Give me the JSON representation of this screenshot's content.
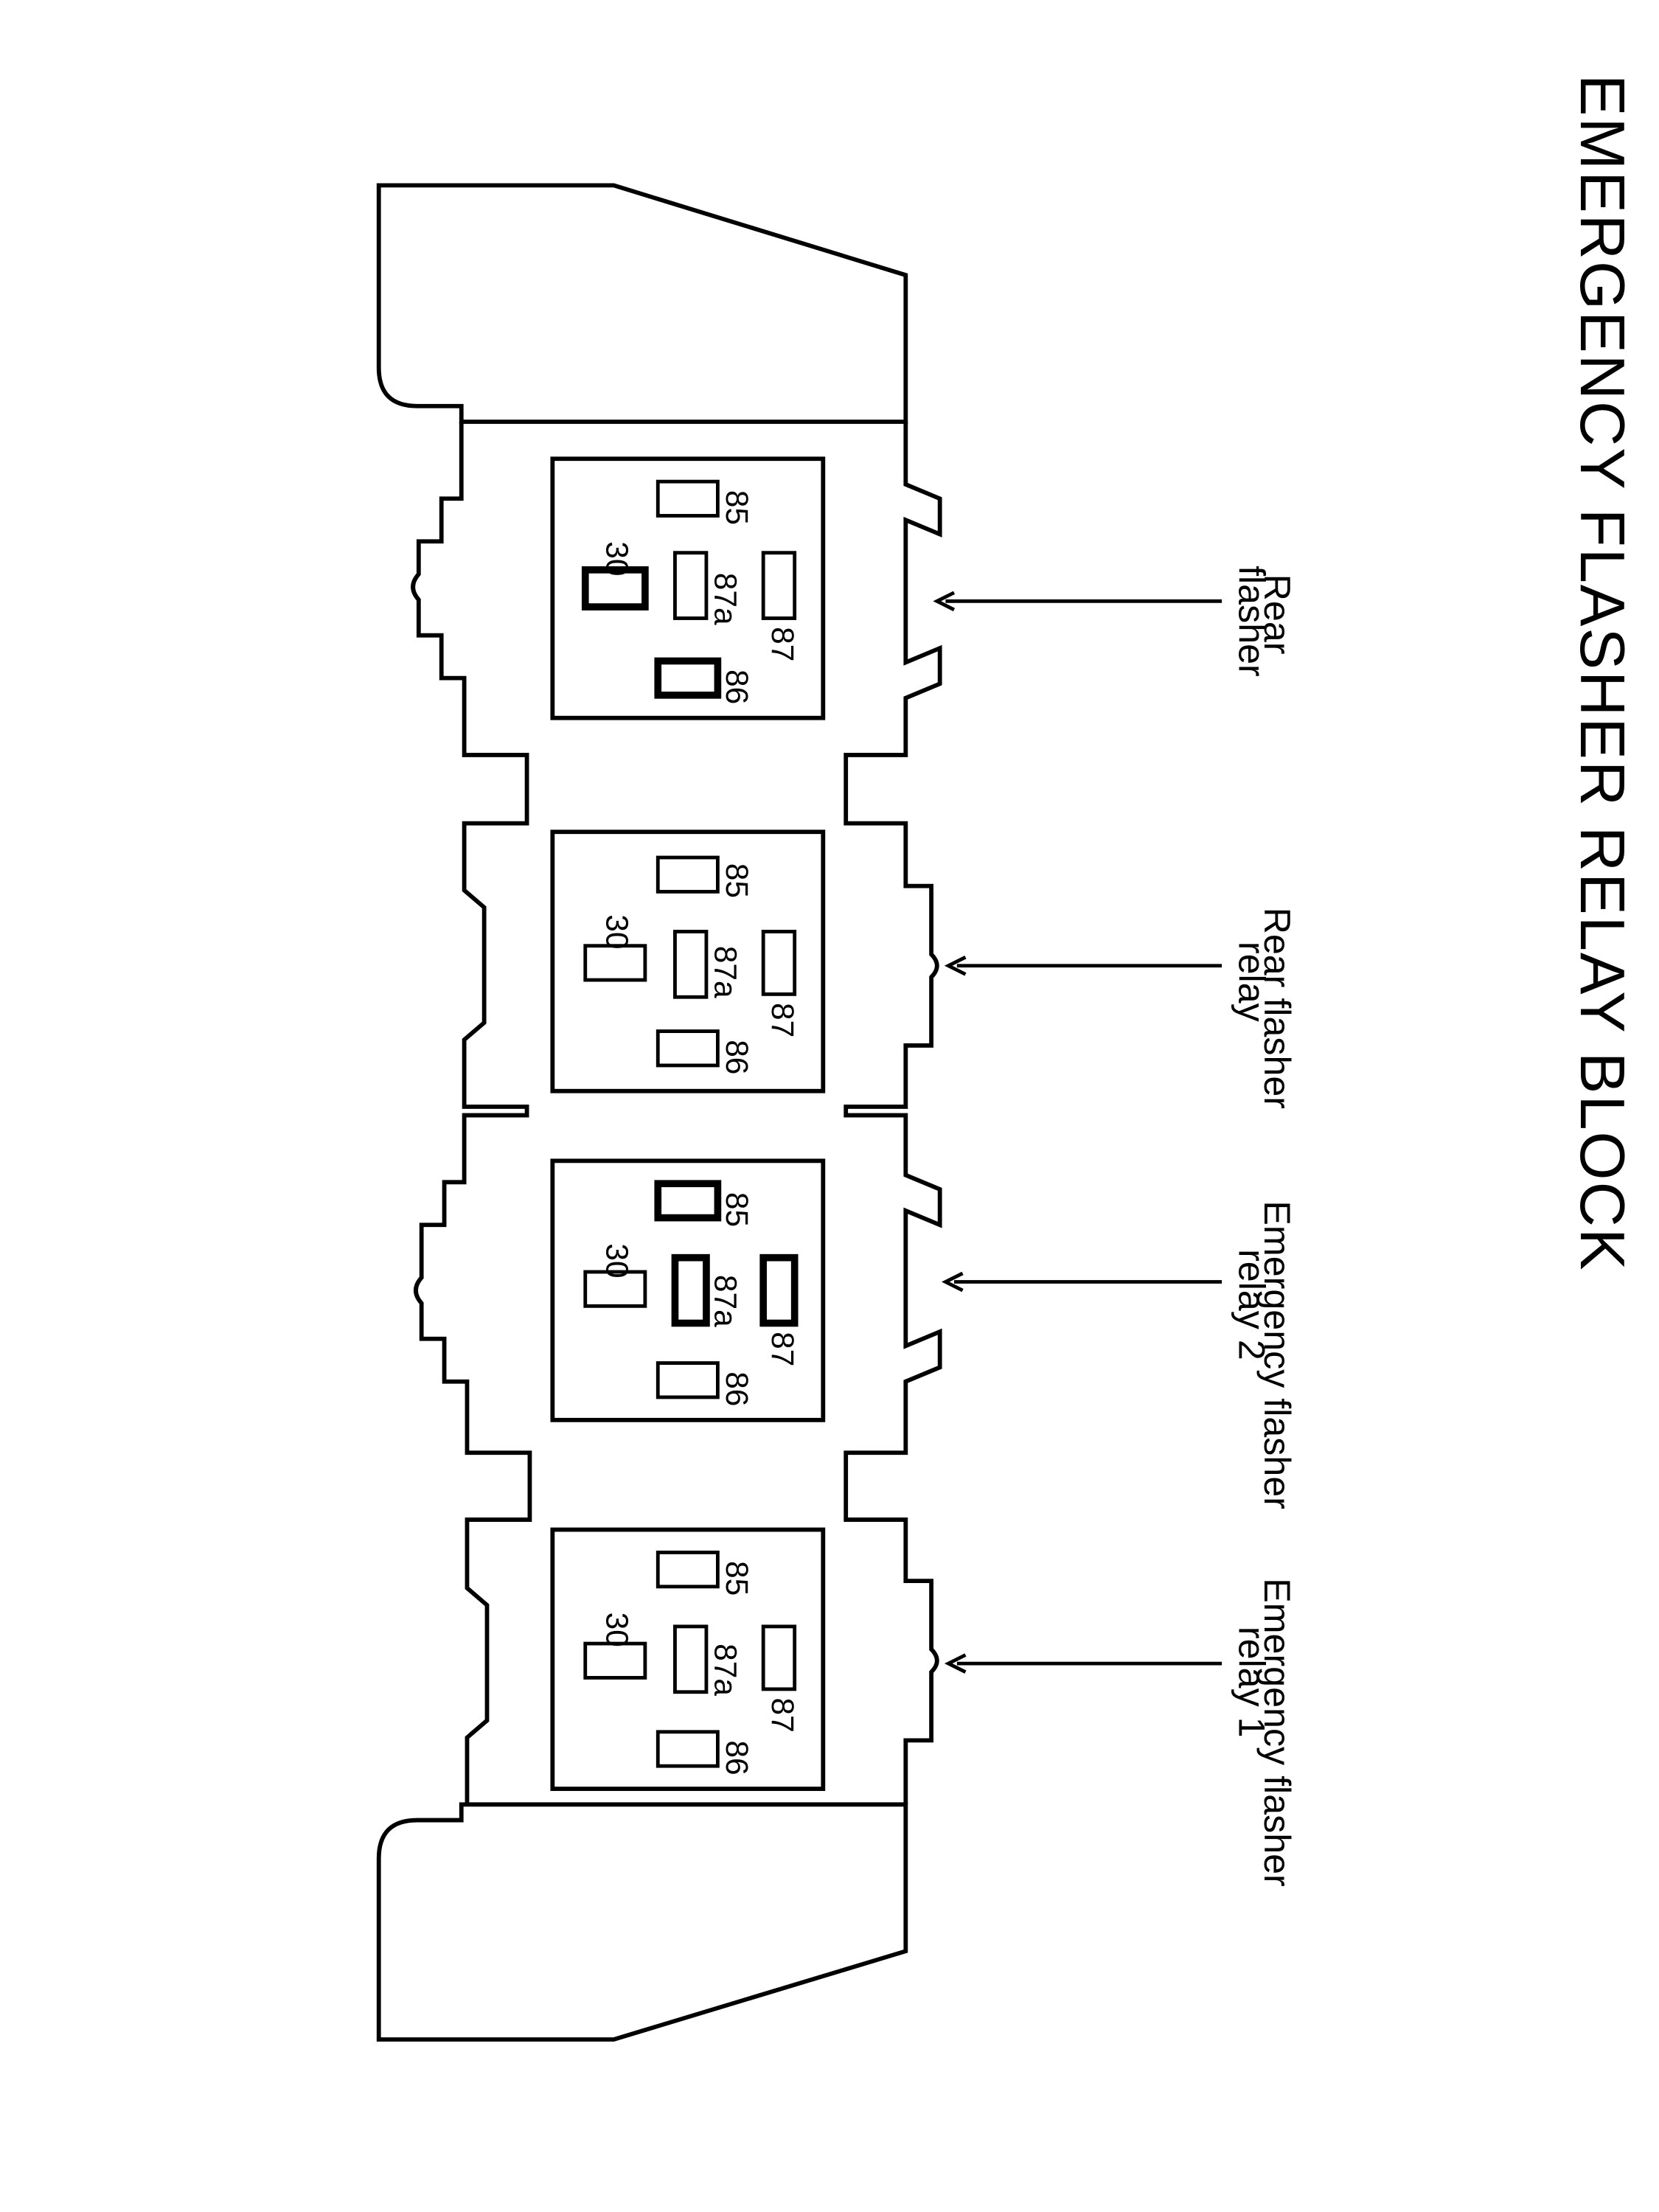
{
  "title": "EMERGENCY FLASHER RELAY BLOCK",
  "relays": [
    {
      "callout_line1": "Rear",
      "callout_line2": "flasher",
      "pins": {
        "p85": "85",
        "p86": "86",
        "p87": "87",
        "p87a": "87a",
        "p30": "30"
      }
    },
    {
      "callout_line1": "Rear flasher",
      "callout_line2": "relay",
      "pins": {
        "p85": "85",
        "p86": "86",
        "p87": "87",
        "p87a": "87a",
        "p30": "30"
      }
    },
    {
      "callout_line1": "Emergency flasher",
      "callout_line2": "relay 2",
      "pins": {
        "p85": "85",
        "p86": "86",
        "p87": "87",
        "p87a": "87a",
        "p30": "30"
      }
    },
    {
      "callout_line1": "Emergency flasher",
      "callout_line2": "relay 1",
      "pins": {
        "p85": "85",
        "p86": "86",
        "p87": "87",
        "p87a": "87a",
        "p30": "30"
      }
    }
  ]
}
